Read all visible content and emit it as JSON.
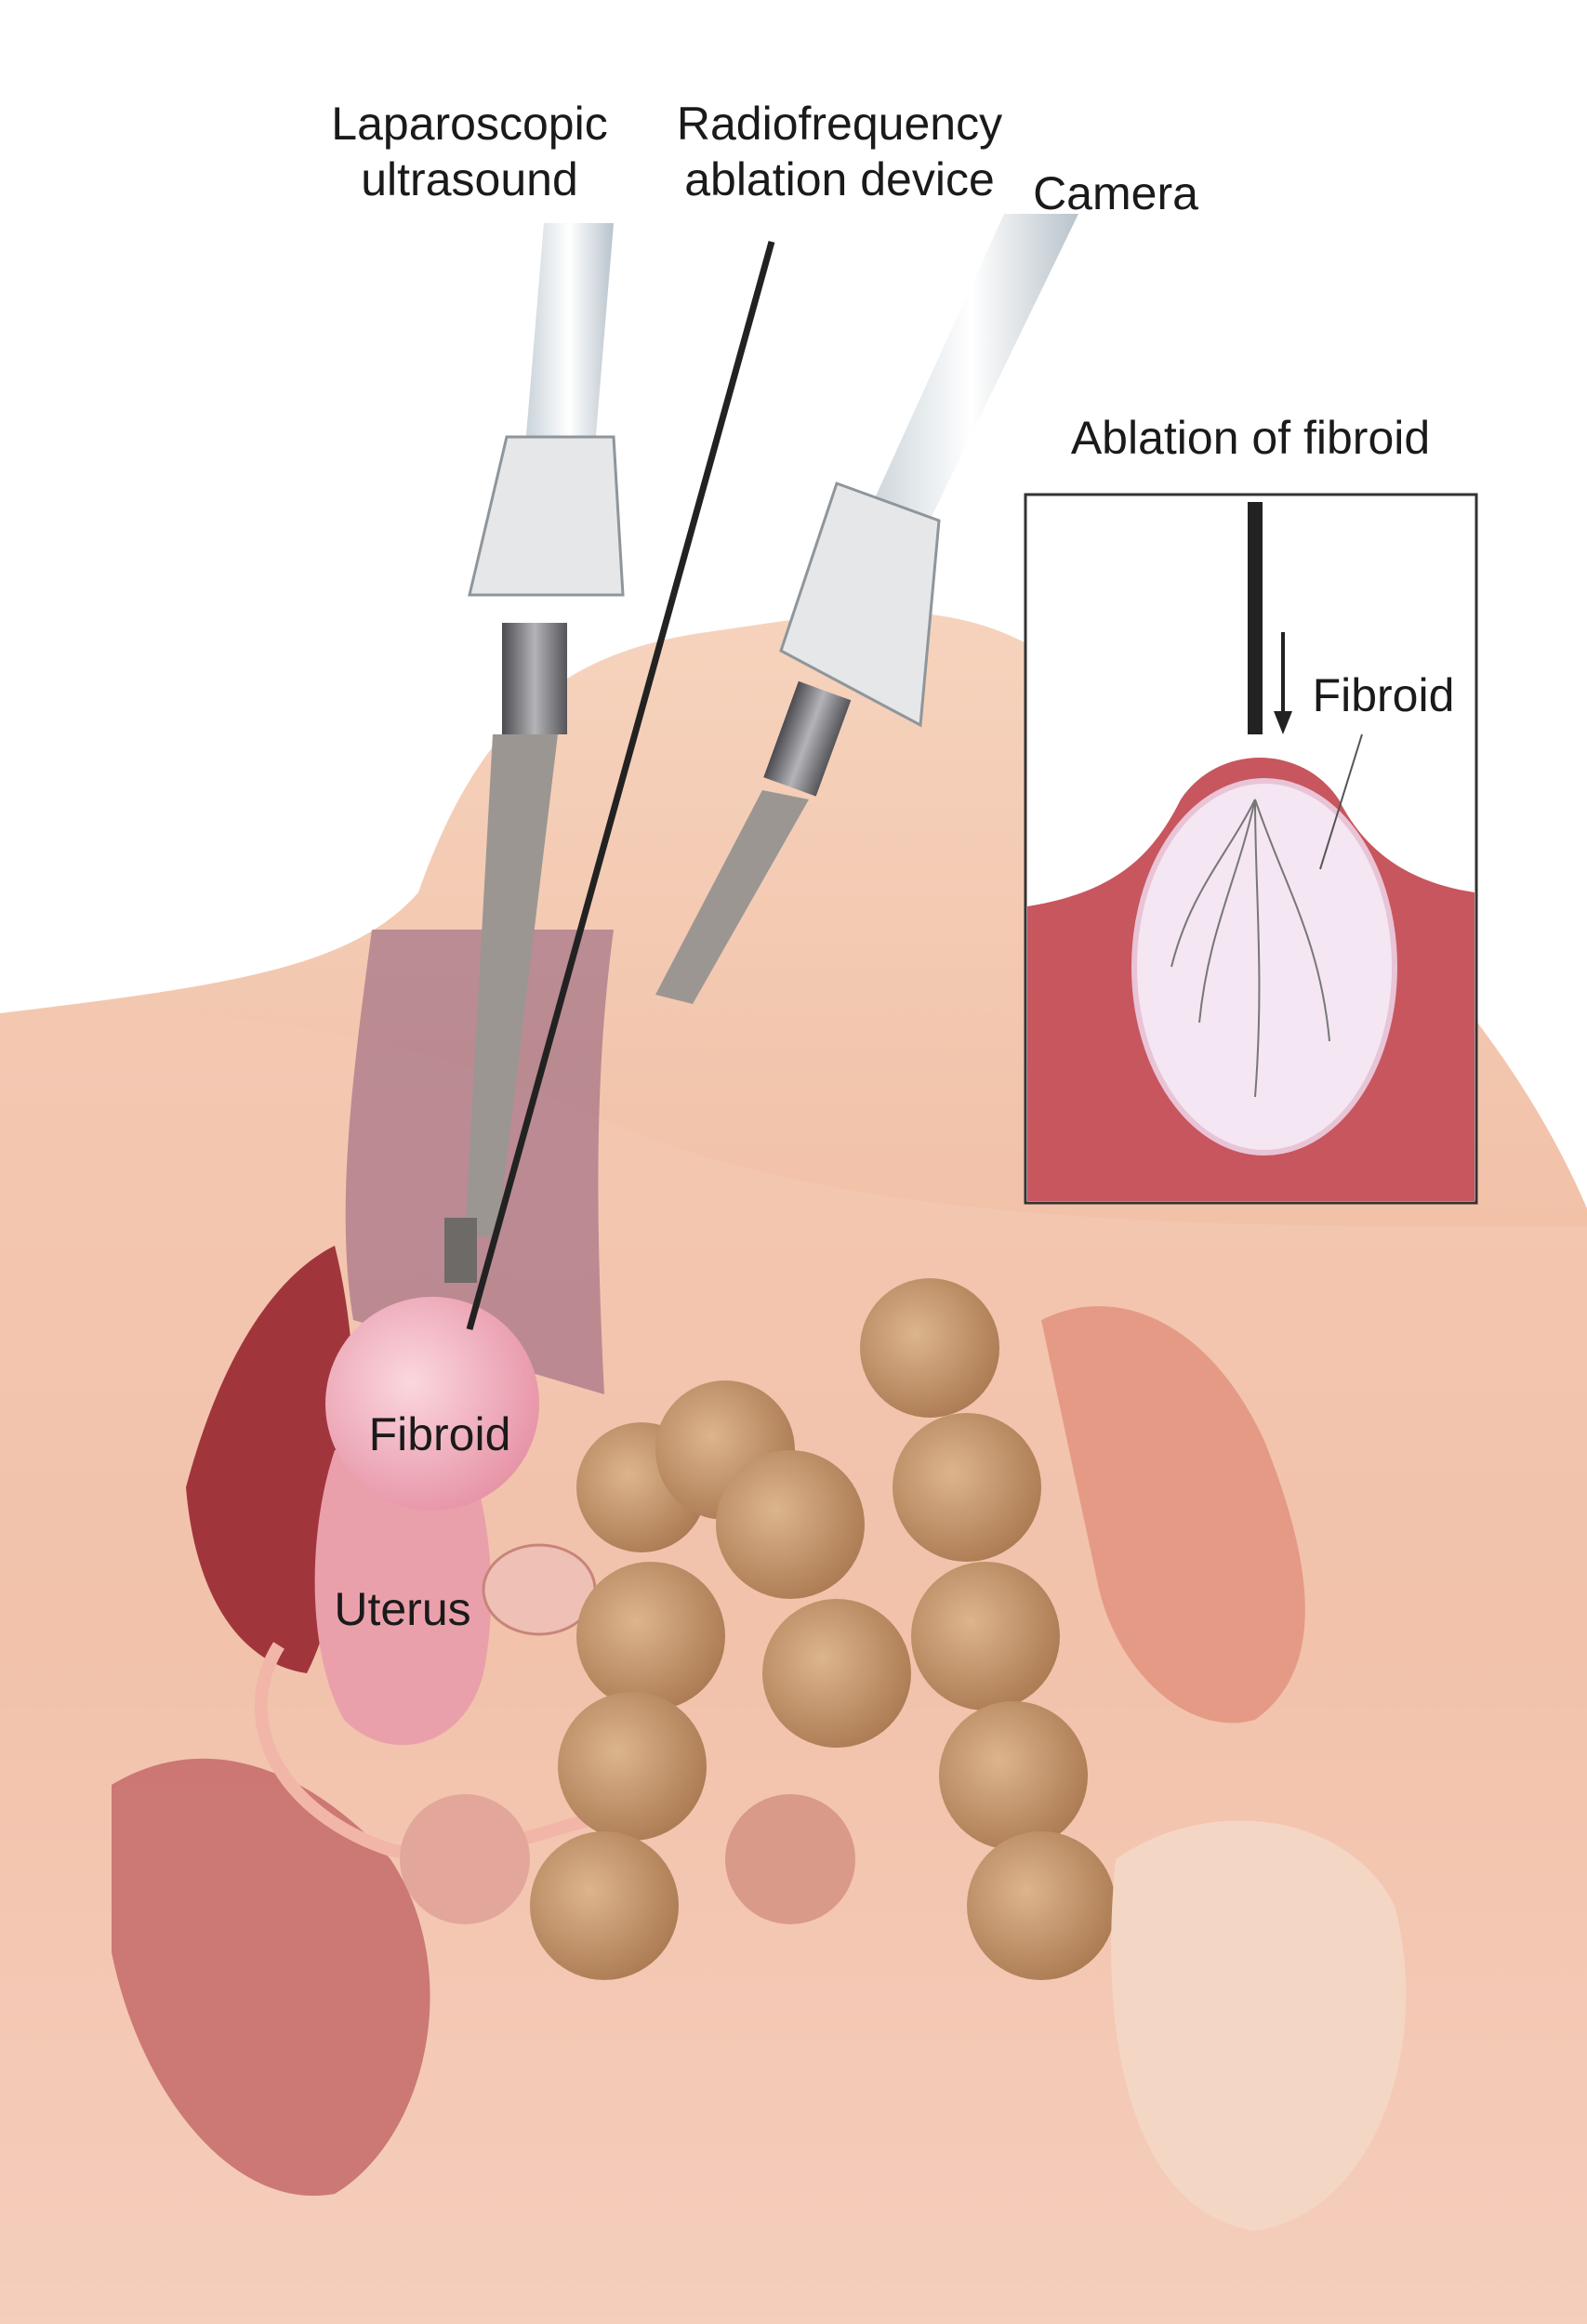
{
  "labels": {
    "laparoscopic_line1": "Laparoscopic",
    "laparoscopic_line2": "ultrasound",
    "rf_line1": "Radiofrequency",
    "rf_line2": "ablation device",
    "camera": "Camera",
    "inset_title": "Ablation of fibroid",
    "inset_fibroid": "Fibroid",
    "fibroid": "Fibroid",
    "uterus": "Uterus"
  },
  "colors": {
    "skin": "#f2c4a8",
    "tissue": "#c8565e",
    "fibroid": "#f1b6c2",
    "bowel": "#c99a6e",
    "instrument": "#e8eef2"
  }
}
